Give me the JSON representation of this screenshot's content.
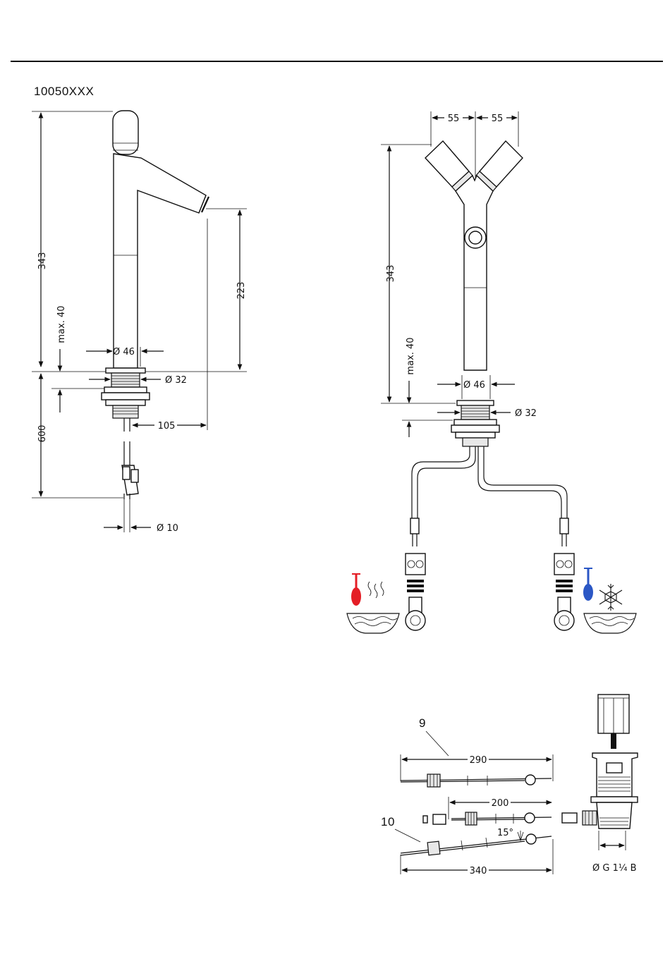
{
  "header": {
    "model_number": "10050XXX"
  },
  "side_view": {
    "dims": {
      "height": "343",
      "spout_height": "223",
      "max_deck": "max. 40",
      "hose_length": "600",
      "base_dia": "Ø 46",
      "hole_dia": "Ø 32",
      "reach": "105",
      "hose_dia": "Ø 10"
    }
  },
  "front_view": {
    "dims": {
      "left_offset": "55",
      "right_offset": "55",
      "height": "343",
      "max_deck": "max. 40",
      "base_dia": "Ø 46",
      "hole_dia": "Ø 32"
    },
    "icons": {
      "hot": "hot-water-icon",
      "cold": "cold-water-icon"
    },
    "colors": {
      "hot": "#e41e26",
      "cold": "#2b57c5"
    }
  },
  "waste_set": {
    "dims": {
      "rod_9_length": "290",
      "rod_short_length": "200",
      "rod_10_length": "340",
      "angle": "15°",
      "thread": "Ø G 1¼ B"
    },
    "callouts": {
      "part_9": "9",
      "part_10": "10"
    }
  }
}
